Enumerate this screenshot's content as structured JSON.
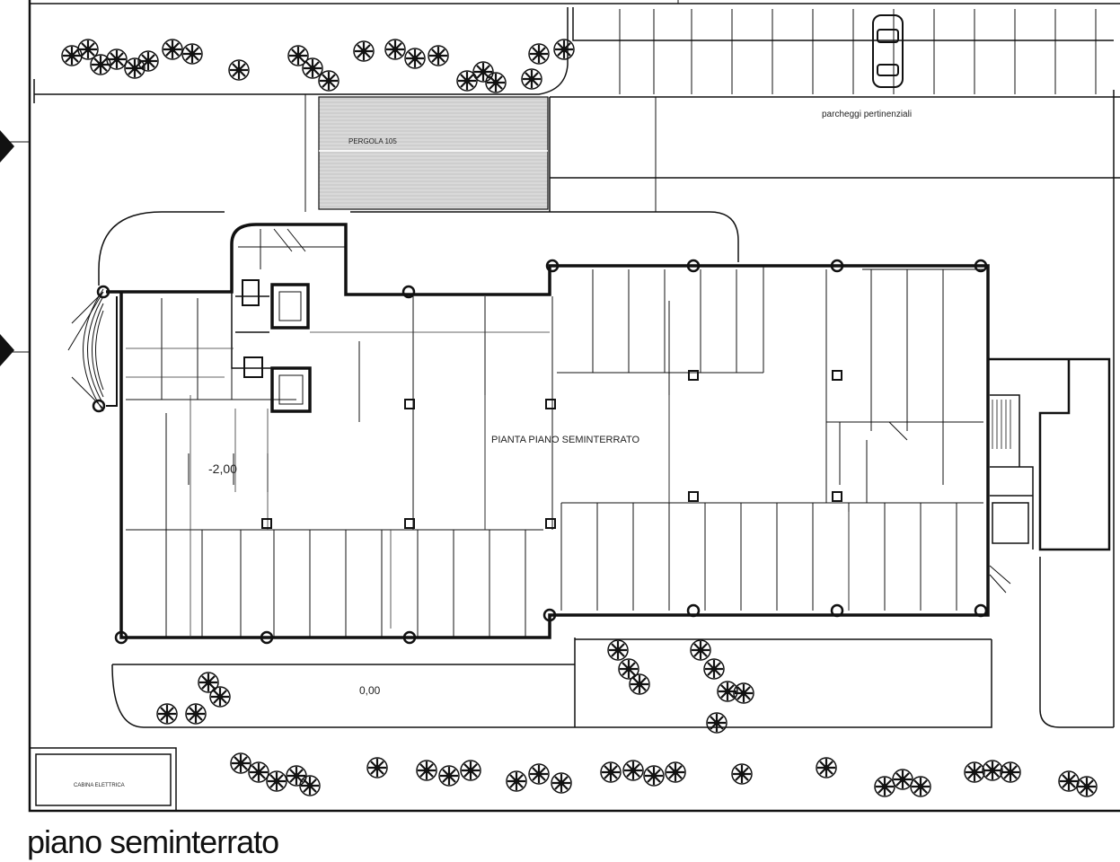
{
  "labels": {
    "pergola": "PERGOLA 105",
    "parking": "parcheggi pertinenziali",
    "plan_title": "PIANTA PIANO SEMINTERRATO",
    "level_basement": "-2,00",
    "level_ground": "0,00",
    "electrical_cabin": "CABINA ELETTRICA"
  },
  "caption": "piano seminterrato",
  "colors": {
    "line": "#111111",
    "hatch": "#bfbfbf",
    "tree": "#111111"
  }
}
